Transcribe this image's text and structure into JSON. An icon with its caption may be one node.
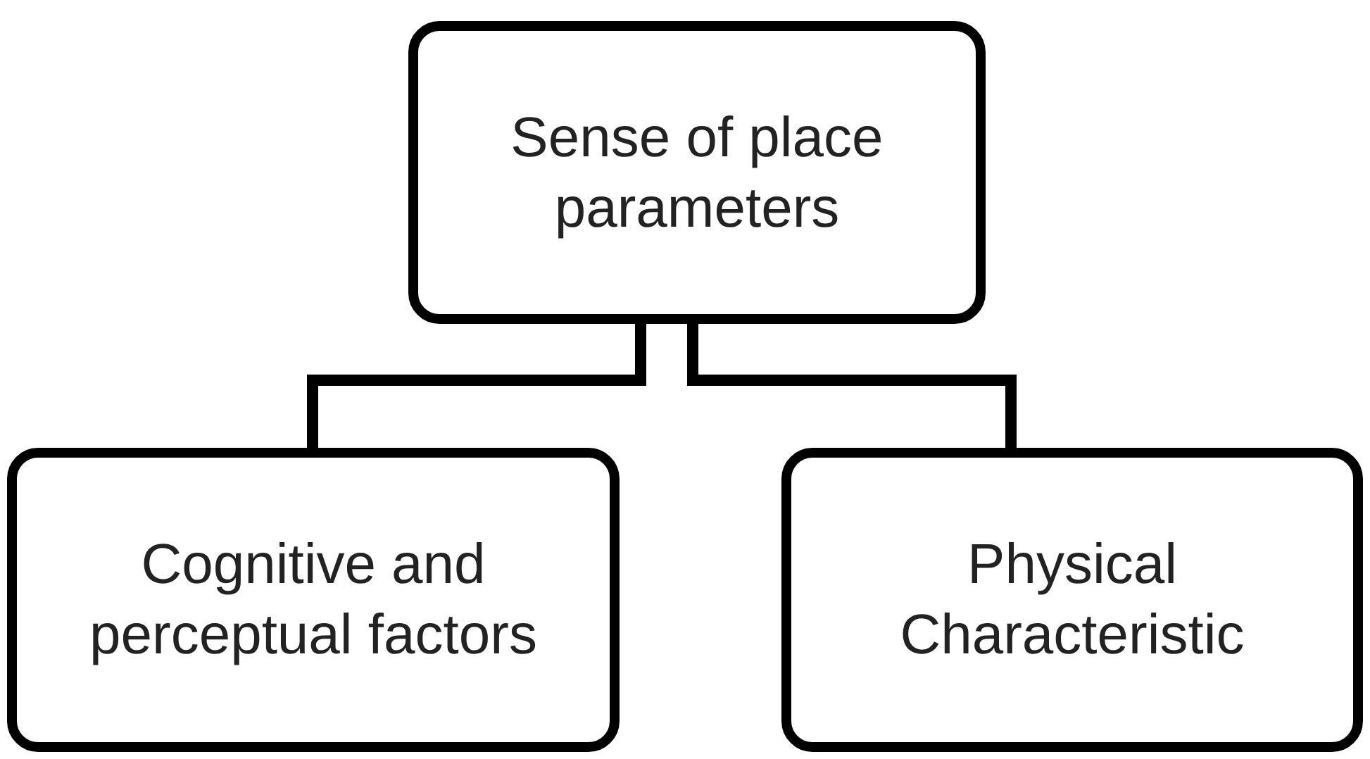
{
  "diagram": {
    "nodes": [
      {
        "text": [
          "Sense of place parameters"
        ]
      },
      {
        "text": [
          "Cognitive and perceptual factors"
        ]
      },
      {
        "text": [
          "Physical Characteristic"
        ]
      }
    ],
    "edges": [
      {
        "from": 0,
        "to": 1,
        "arrow": "none"
      },
      {
        "from": 0,
        "to": 2,
        "arrow": "none"
      }
    ]
  }
}
